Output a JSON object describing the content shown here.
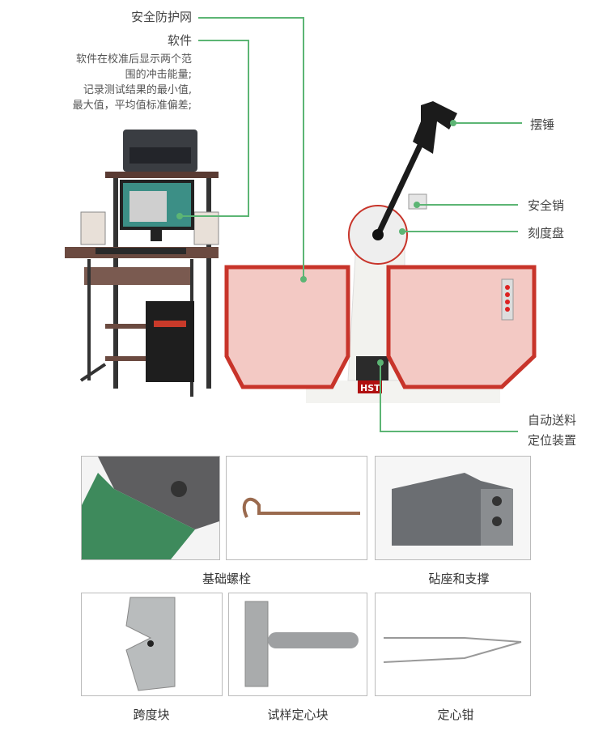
{
  "labels": {
    "safety_net": "安全防护网",
    "software": "软件",
    "software_desc": [
      "软件在校准后显示两个范",
      "围的冲击能量;",
      "记录测试结果的最小值,",
      "最大值，平均值标准偏差;"
    ],
    "pendulum": "摆锤",
    "safety_pin": "安全销",
    "dial": "刻度盘",
    "auto_feed": [
      "自动送料",
      "定位装置"
    ]
  },
  "brand_plate": "HST",
  "accessories": [
    {
      "caption": "基础螺栓"
    },
    {
      "caption": "砧座和支撑"
    },
    {
      "caption": "跨度块"
    },
    {
      "caption": "试样定心块"
    },
    {
      "caption": "定心钳"
    }
  ],
  "colors": {
    "leader_line": "#5cb574",
    "frame_red": "#c8342a",
    "mesh": "#f3c9c4"
  }
}
